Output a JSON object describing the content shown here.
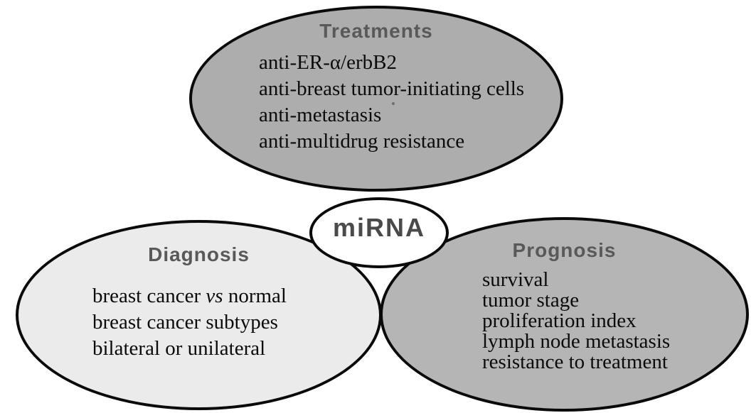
{
  "center_node": {
    "label": "miRNA"
  },
  "treatments": {
    "title": "Treatments",
    "items": [
      "anti-ER-α/erbB2",
      "anti-breast tumor-initiating cells",
      "anti-metastasis",
      "anti-multidrug resistance"
    ]
  },
  "diagnosis": {
    "title": "Diagnosis",
    "item_vs": {
      "pre": "breast cancer ",
      "italic": "vs",
      "post": " normal"
    },
    "items": [
      "breast cancer subtypes",
      "bilateral or unilateral"
    ]
  },
  "prognosis": {
    "title": "Prognosis",
    "items": [
      "survival",
      "tumor stage",
      "proliferation index",
      "lymph node metastasis",
      "resistance to treatment"
    ]
  },
  "colors": {
    "treatments_fill": "#adadad",
    "diagnosis_fill": "#ebebeb",
    "prognosis_fill": "#b5b5b5",
    "center_fill": "#ffffff",
    "outline": "#0a0a0a",
    "title_text": "#595959",
    "item_text": "#0b0b0b",
    "center_text": "#4a4a4a"
  }
}
